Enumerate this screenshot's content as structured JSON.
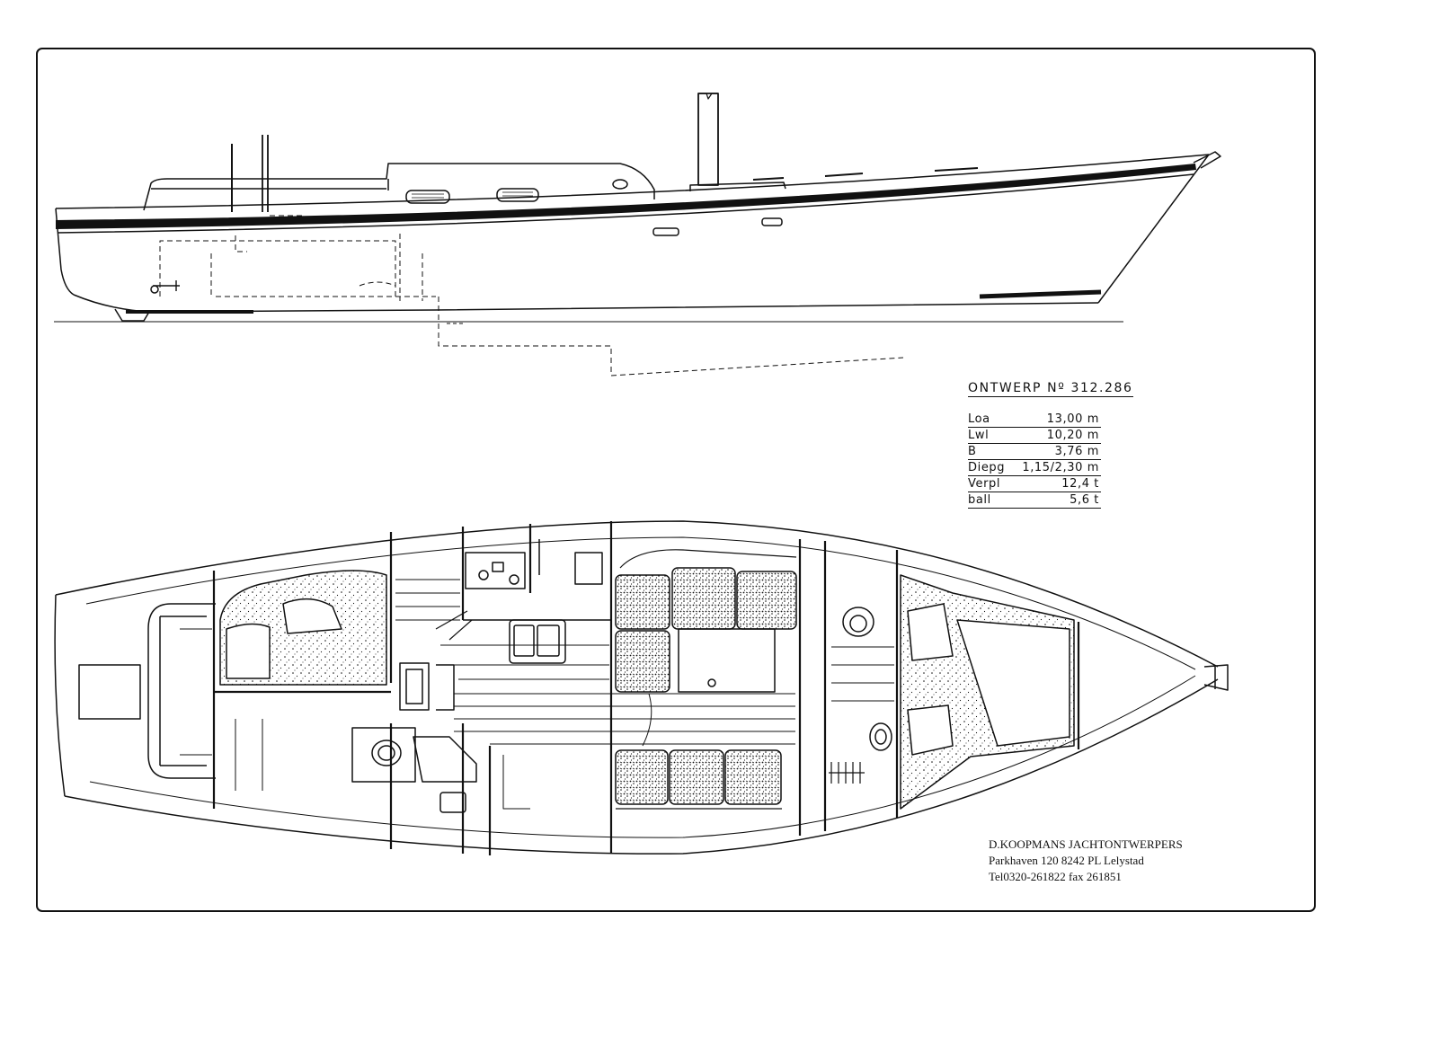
{
  "title_block": {
    "design": "ONTWERP Nº 312.286"
  },
  "specs": [
    {
      "label": "Loa",
      "value": "13,00 m"
    },
    {
      "label": "Lwl",
      "value": "10,20 m"
    },
    {
      "label": "B",
      "value": "3,76 m"
    },
    {
      "label": "Diepg",
      "value": "1,15/2,30 m"
    },
    {
      "label": "Verpl",
      "value": "12,4 t"
    },
    {
      "label": "ball",
      "value": "5,6 t"
    }
  ],
  "designer": {
    "name": "D.KOOPMANS JACHTONTWERPERS",
    "address": "Parkhaven 120 8242 PL Lelystad",
    "contact": "Tel0320-261822 fax 261851"
  },
  "colors": {
    "ink": "#111111",
    "paper": "#ffffff"
  }
}
